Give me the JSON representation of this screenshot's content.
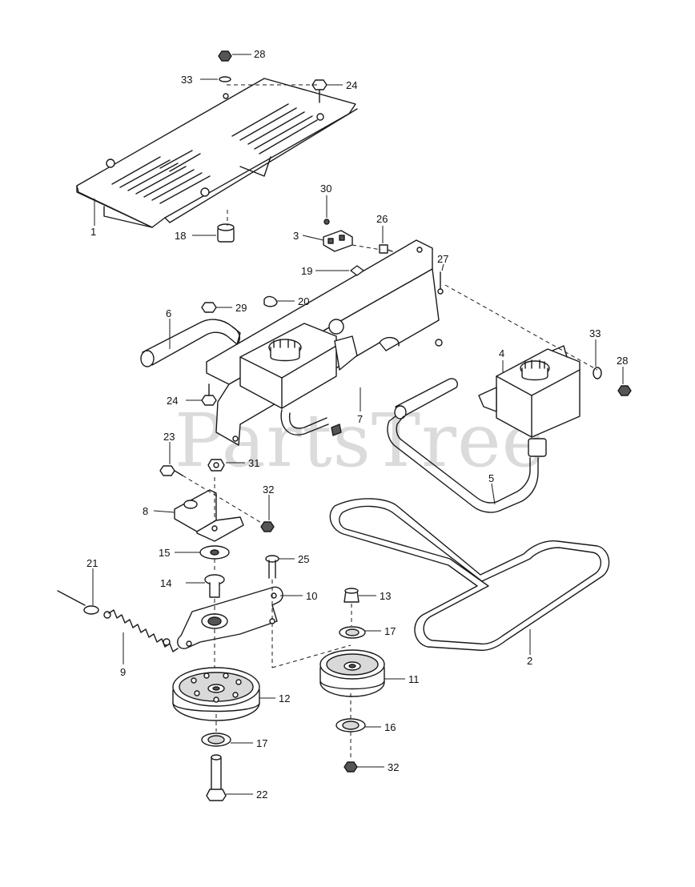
{
  "watermark": "PartsTree",
  "callouts": {
    "c1": "1",
    "c2": "2",
    "c3": "3",
    "c4": "4",
    "c5": "5",
    "c6": "6",
    "c7": "7",
    "c8": "8",
    "c9": "9",
    "c10": "10",
    "c11": "11",
    "c12": "12",
    "c13": "13",
    "c14": "14",
    "c15": "15",
    "c16": "16",
    "c17a": "17",
    "c17b": "17",
    "c18": "18",
    "c19": "19",
    "c20": "20",
    "c21": "21",
    "c22": "22",
    "c23": "23",
    "c24a": "24",
    "c24b": "24",
    "c25": "25",
    "c26": "26",
    "c27": "27",
    "c28a": "28",
    "c28b": "28",
    "c29": "29",
    "c30": "30",
    "c31": "31",
    "c32a": "32",
    "c32b": "32",
    "c33a": "33",
    "c33b": "33"
  }
}
